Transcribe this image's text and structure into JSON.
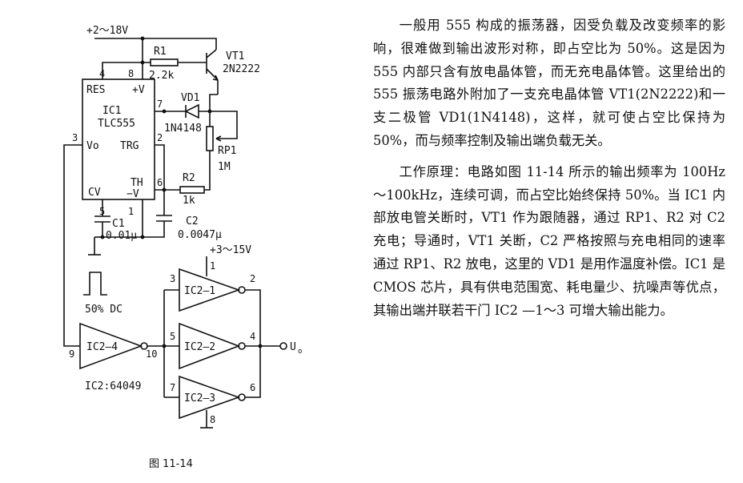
{
  "circuit": {
    "supply_top": "+2～18V",
    "supply_gates": "+3～15V",
    "ic1_name": "IC1",
    "ic1_model": "TLC555",
    "pin_res": "RES",
    "pin_vplus": "+V",
    "pin_vo": "Vo",
    "pin_trg": "TRG",
    "pin_th": "TH",
    "pin_minus_v": "−V",
    "pin_cv": "CV",
    "r1_name": "R1",
    "r1_value": "2.2k",
    "vt1_name": "VT1",
    "vt1_model": "2N2222",
    "vd1_name": "VD1",
    "vd1_model": "1N4148",
    "rp1_name": "RP1",
    "rp1_value": "1M",
    "r2_name": "R2",
    "r2_value": "1k",
    "c1_name": "C1",
    "c1_value": "0.01μ",
    "c2_name": "C2",
    "c2_value": "0.0047μ",
    "duty_label": "50% DC",
    "gate4": "IC2—4",
    "gate1": "IC2—1",
    "gate2": "IC2—2",
    "gate3": "IC2—3",
    "ic2_model": "IC2:64049",
    "output_label": "U",
    "output_sub": "o",
    "pins": {
      "p4": "4",
      "p8": "8",
      "p7": "7",
      "p3": "3",
      "p2": "2",
      "p6": "6",
      "p5": "5",
      "p1": "1",
      "g9": "9",
      "g10": "10",
      "g3": "3",
      "g2": "2",
      "g5": "5",
      "g4": "4",
      "g7": "7",
      "g6": "6",
      "g1": "1",
      "g8": "8"
    }
  },
  "caption": "图 11-14",
  "article": {
    "para1": "一般用 555 构成的振荡器，因受负载及改变频率的影响，很难做到输出波形对称，即占空比为 50%。这是因为 555 内部只含有放电晶体管，而无充电晶体管。这里给出的 555 振荡电路外附加了一支充电晶体管 VT1(2N2222)和一支二极管 VD1(1N4148)，这样，就可使占空比保持为 50%，而与频率控制及输出端负载无关。",
    "para2": "工作原理：电路如图 11-14 所示的输出频率为 100Hz～100kHz，连续可调，而占空比始终保持 50%。当 IC1 内部放电管关断时，VT1 作为跟随器，通过 RP1、R2 对 C2 充电；导通时，VT1 关断，C2 严格按照与充电相同的速率通过 RP1、R2 放电，这里的 VD1 是用作温度补偿。IC1 是 CMOS 芯片，具有供电范围宽、耗电量少、抗噪声等优点，其输出端并联若干门 IC2 —1～3 可增大输出能力。"
  }
}
